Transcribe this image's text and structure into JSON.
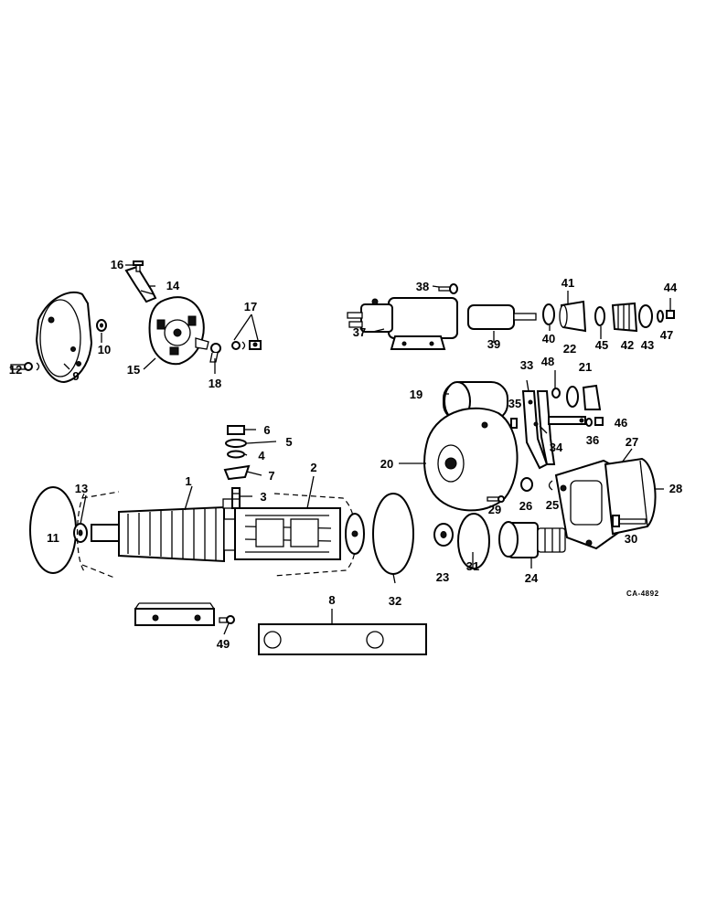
{
  "diagram": {
    "code": "CA-4892",
    "callouts": [
      "1",
      "2",
      "3",
      "4",
      "5",
      "6",
      "7",
      "8",
      "9",
      "10",
      "11",
      "12",
      "13",
      "14",
      "15",
      "16",
      "17",
      "18",
      "19",
      "20",
      "21",
      "22",
      "23",
      "24",
      "25",
      "26",
      "27",
      "28",
      "29",
      "30",
      "31",
      "32",
      "33",
      "34",
      "35",
      "36",
      "37",
      "38",
      "39",
      "40",
      "41",
      "42",
      "43",
      "44",
      "45",
      "46",
      "47",
      "48",
      "49"
    ]
  }
}
